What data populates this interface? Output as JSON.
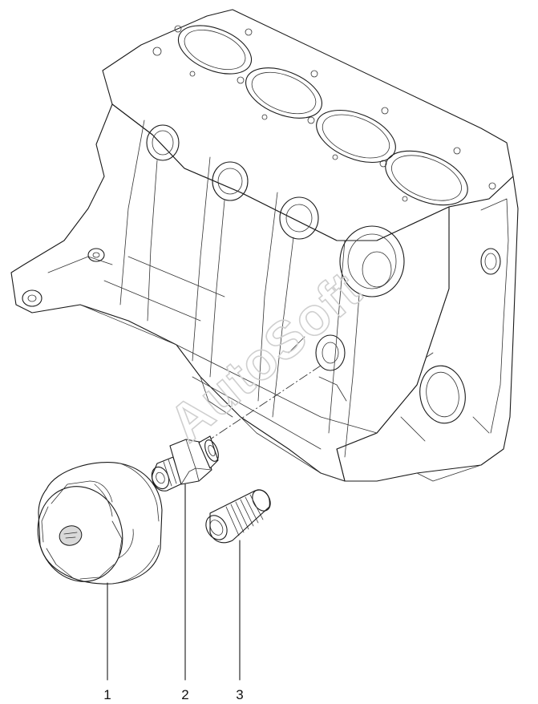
{
  "parts": [
    {
      "number": "1",
      "label": ""
    },
    {
      "number": "2",
      "label": ""
    },
    {
      "number": "3",
      "label": ""
    }
  ],
  "watermark": "AutoSoft",
  "colors": {
    "line": "#1a1a1a",
    "watermark": "#cfcfcf"
  }
}
